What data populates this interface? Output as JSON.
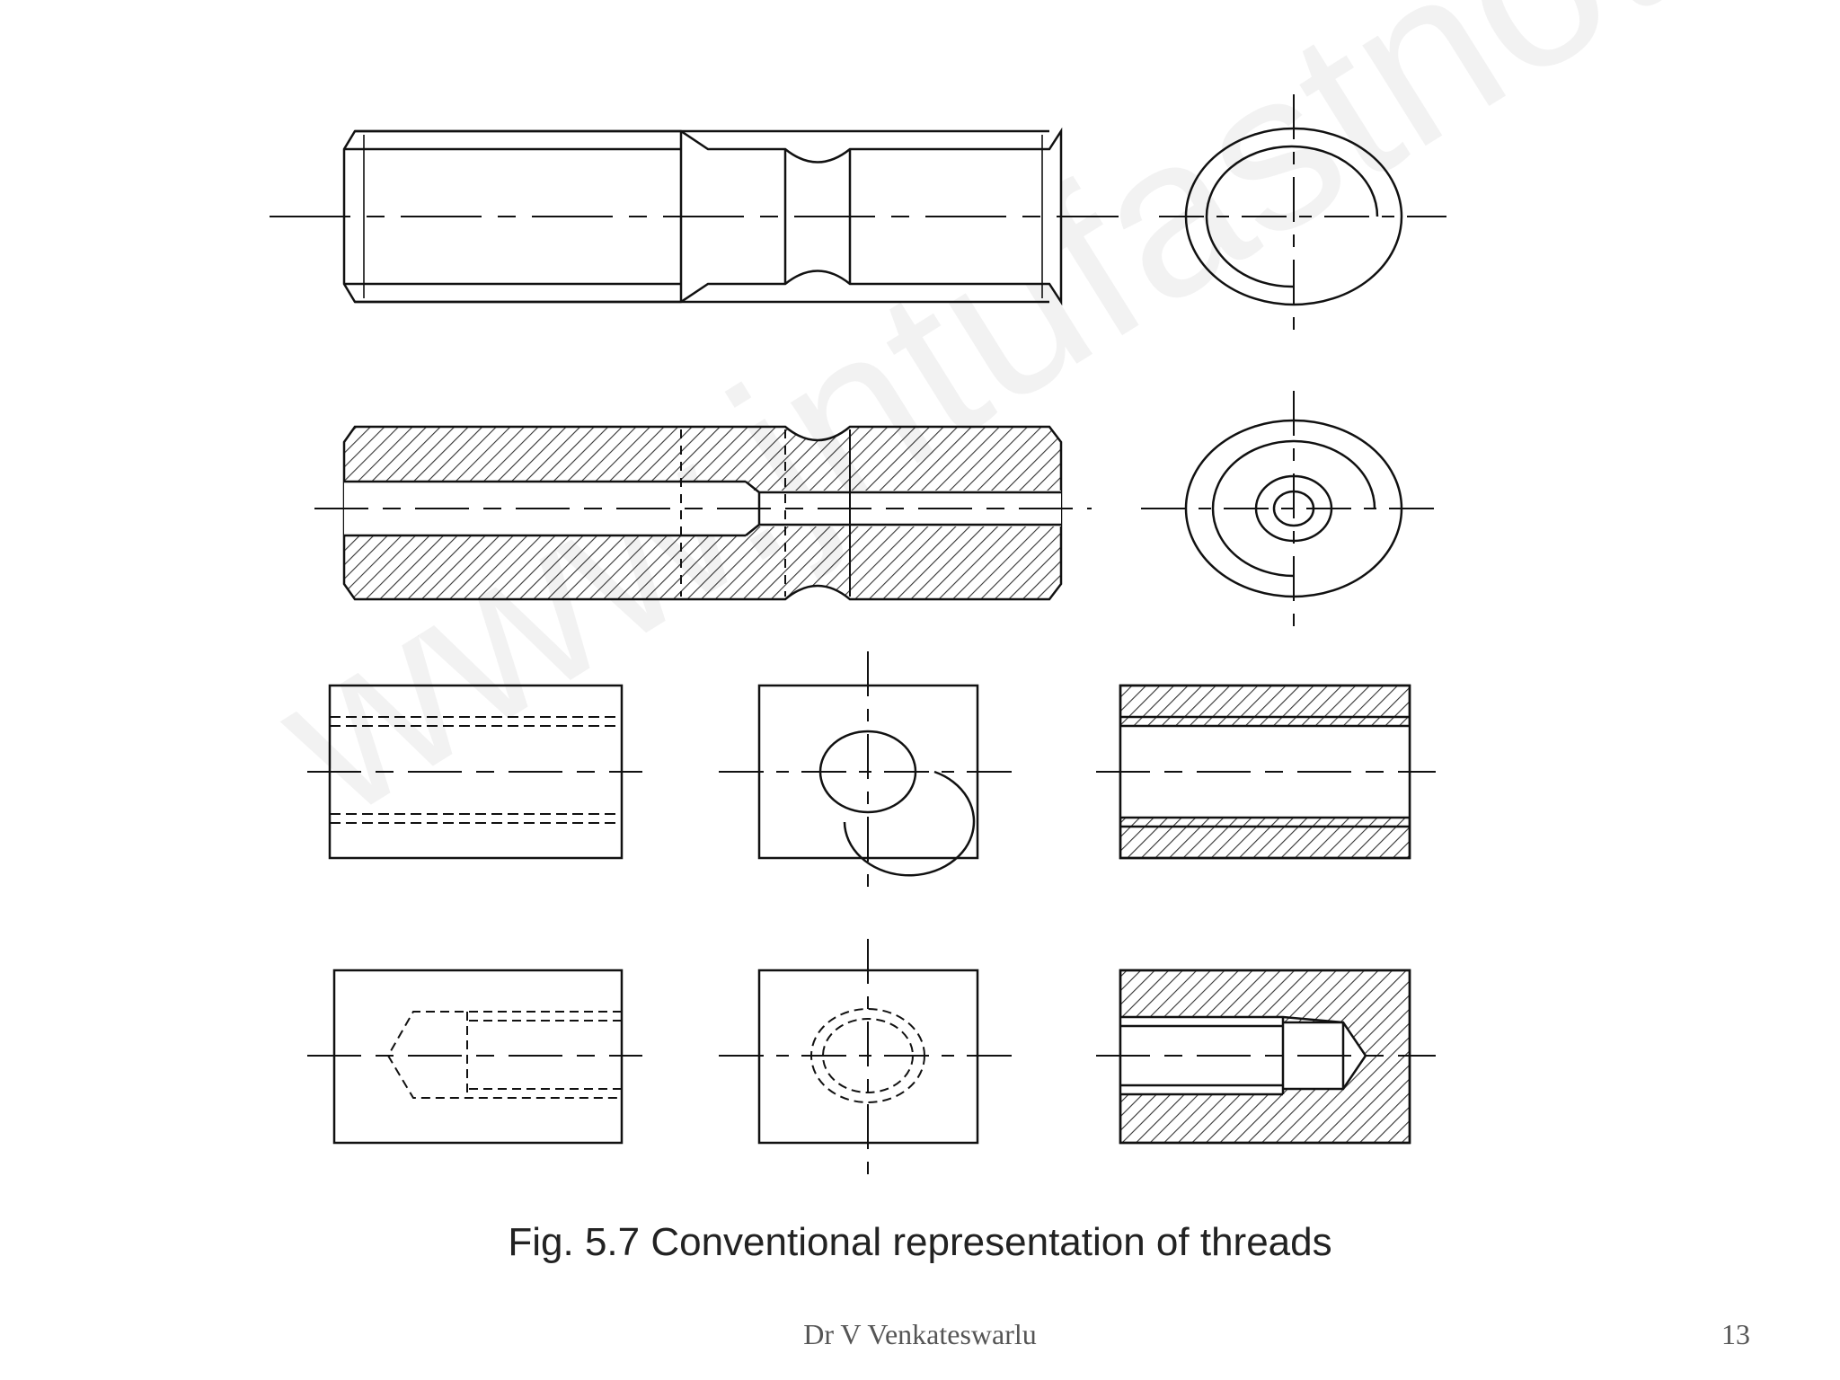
{
  "slide": {
    "watermark": "www.jntufastnotes.com/",
    "caption": "Fig. 5.7 Conventional representation of threads",
    "author": "Dr V Venkateswarlu",
    "page_number": "13"
  },
  "colors": {
    "line": "#111111",
    "hatch": "#333333",
    "text": "#555555",
    "background": "#ffffff"
  }
}
